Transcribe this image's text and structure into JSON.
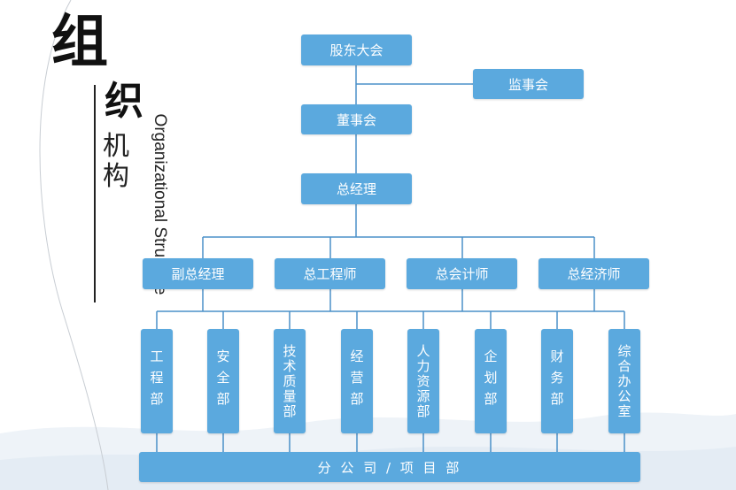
{
  "title": {
    "char1": "组",
    "char2": "织",
    "char3": "机",
    "char4": "构",
    "english": "Organizational Structure"
  },
  "colors": {
    "box": "#5ba9de",
    "line": "#4a90c8",
    "text": "#ffffff"
  },
  "chart": {
    "shareholders": "股东大会",
    "supervisors": "监事会",
    "board": "董事会",
    "general_manager": "总经理",
    "executives": [
      "副总经理",
      "总工程师",
      "总会计师",
      "总经济师"
    ],
    "departments": [
      "工程部",
      "安全部",
      "技术质量部",
      "经营部",
      "人力资源部",
      "企划部",
      "财务部",
      "综合办公室"
    ],
    "bottom": "分 公 司 / 项 目 部"
  }
}
